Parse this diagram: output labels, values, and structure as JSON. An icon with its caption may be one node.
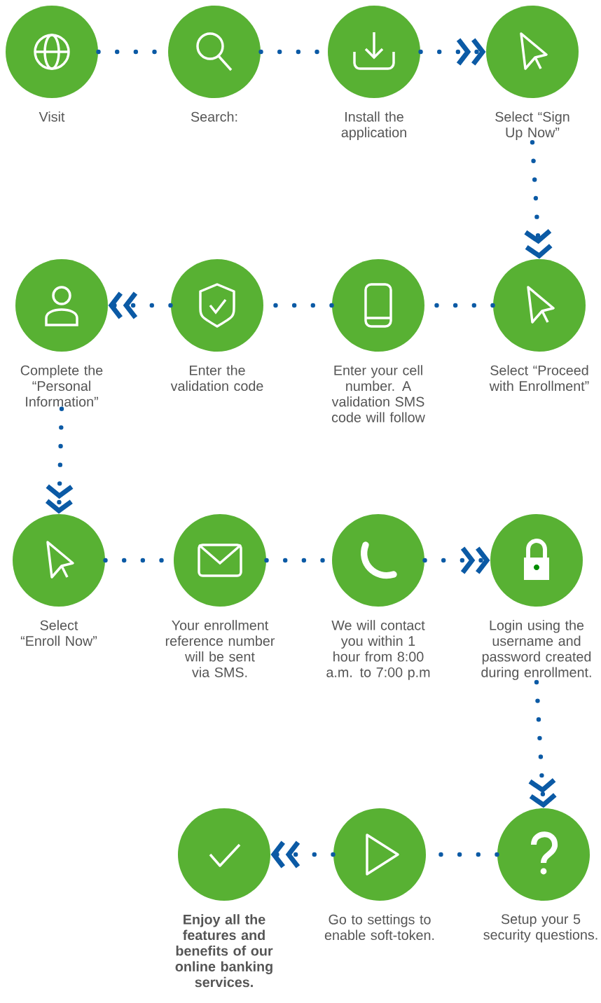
{
  "diagram": {
    "nodes": [
      {
        "text": [
          "Visit"
        ]
      },
      {
        "text": [
          "Search:"
        ]
      },
      {
        "text": [
          "Install the application"
        ]
      },
      {
        "text": [
          "Select “Sign Up Now”"
        ]
      },
      {
        "text": [
          "Select “Proceed with Enrollment”"
        ]
      },
      {
        "text": [
          "Enter your cell number. A validation SMS code will follow"
        ]
      },
      {
        "text": [
          "Enter the validation code"
        ]
      },
      {
        "text": [
          "Complete the “Personal Information”"
        ]
      },
      {
        "text": [
          "Select “Enroll Now”"
        ]
      },
      {
        "text": [
          "Your enrollment reference number will be sent via SMS."
        ]
      },
      {
        "text": [
          "We will contact you within 1 hour from 8:00 a.m. to 7:00 p.m"
        ]
      },
      {
        "text": [
          "Login using the username and password created during enrollment."
        ]
      },
      {
        "text": [
          "Setup your 5 security questions."
        ]
      },
      {
        "text": [
          "Go to settings to enable soft-token."
        ]
      },
      {
        "text": [
          "Enjoy all the features and benefits of our online banking services."
        ]
      }
    ],
    "edges": [
      {
        "from": 0,
        "to": 1,
        "arrow": "none"
      },
      {
        "from": 1,
        "to": 2,
        "arrow": "none"
      },
      {
        "from": 2,
        "to": 3,
        "arrow": "to"
      },
      {
        "from": 3,
        "to": 4,
        "arrow": "to"
      },
      {
        "from": 4,
        "to": 5,
        "arrow": "none"
      },
      {
        "from": 5,
        "to": 6,
        "arrow": "none"
      },
      {
        "from": 6,
        "to": 7,
        "arrow": "to"
      },
      {
        "from": 7,
        "to": 8,
        "arrow": "to"
      },
      {
        "from": 8,
        "to": 9,
        "arrow": "none"
      },
      {
        "from": 9,
        "to": 10,
        "arrow": "none"
      },
      {
        "from": 10,
        "to": 11,
        "arrow": "to"
      },
      {
        "from": 11,
        "to": 12,
        "arrow": "to"
      },
      {
        "from": 12,
        "to": 13,
        "arrow": "none"
      },
      {
        "from": 13,
        "to": 14,
        "arrow": "to"
      }
    ]
  }
}
